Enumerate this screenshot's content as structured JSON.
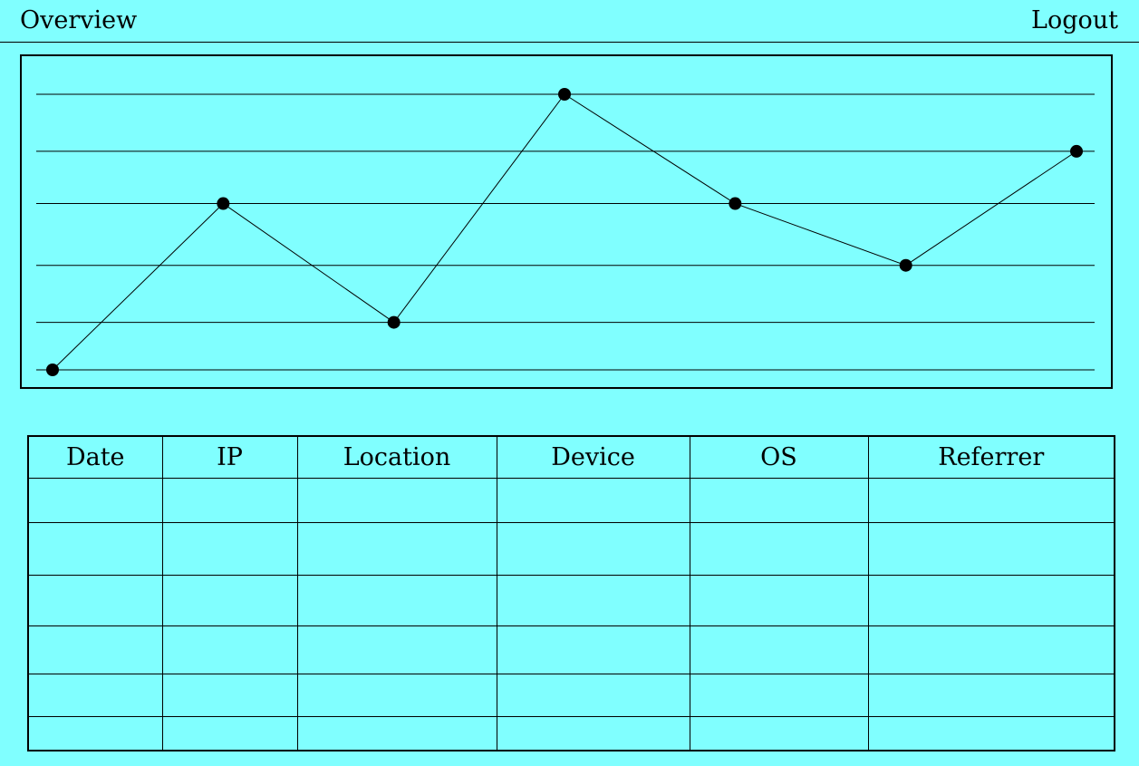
{
  "header": {
    "overview_label": "Overview",
    "logout_label": "Logout"
  },
  "chart_data": {
    "type": "line",
    "title": "",
    "xlabel": "",
    "ylabel": "",
    "x": [
      1,
      2,
      3,
      4,
      5,
      6,
      7
    ],
    "values": [
      0,
      3.5,
      1,
      5.8,
      3.5,
      2.2,
      4.6
    ],
    "ylim": [
      0,
      5.8
    ],
    "grid": true,
    "gridlines": [
      0,
      1,
      2.2,
      3.5,
      4.6,
      5.8
    ],
    "colors": {
      "line": "#000000",
      "point": "#000000",
      "grid": "#000000",
      "background": "#80ffff"
    }
  },
  "table": {
    "columns": [
      "Date",
      "IP",
      "Location",
      "Device",
      "OS",
      "Referrer"
    ],
    "rows": [
      [
        "",
        "",
        "",
        "",
        "",
        ""
      ],
      [
        "",
        "",
        "",
        "",
        "",
        ""
      ],
      [
        "",
        "",
        "",
        "",
        "",
        ""
      ],
      [
        "",
        "",
        "",
        "",
        "",
        ""
      ],
      [
        "",
        "",
        "",
        "",
        "",
        ""
      ],
      [
        "",
        "",
        "",
        "",
        "",
        ""
      ]
    ]
  }
}
